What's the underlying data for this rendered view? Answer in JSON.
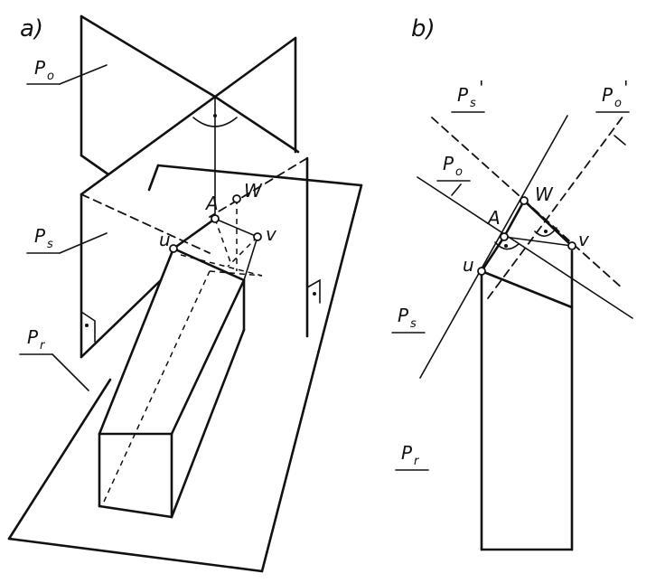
{
  "panels": {
    "a": {
      "label": "a)"
    },
    "b": {
      "label": "b)"
    }
  },
  "labels": {
    "P": "P",
    "o_sub": "o",
    "s_sub": "s",
    "r_sub": "r",
    "prime": "'",
    "A": "A",
    "W": "W",
    "u": "u",
    "v": "v"
  }
}
